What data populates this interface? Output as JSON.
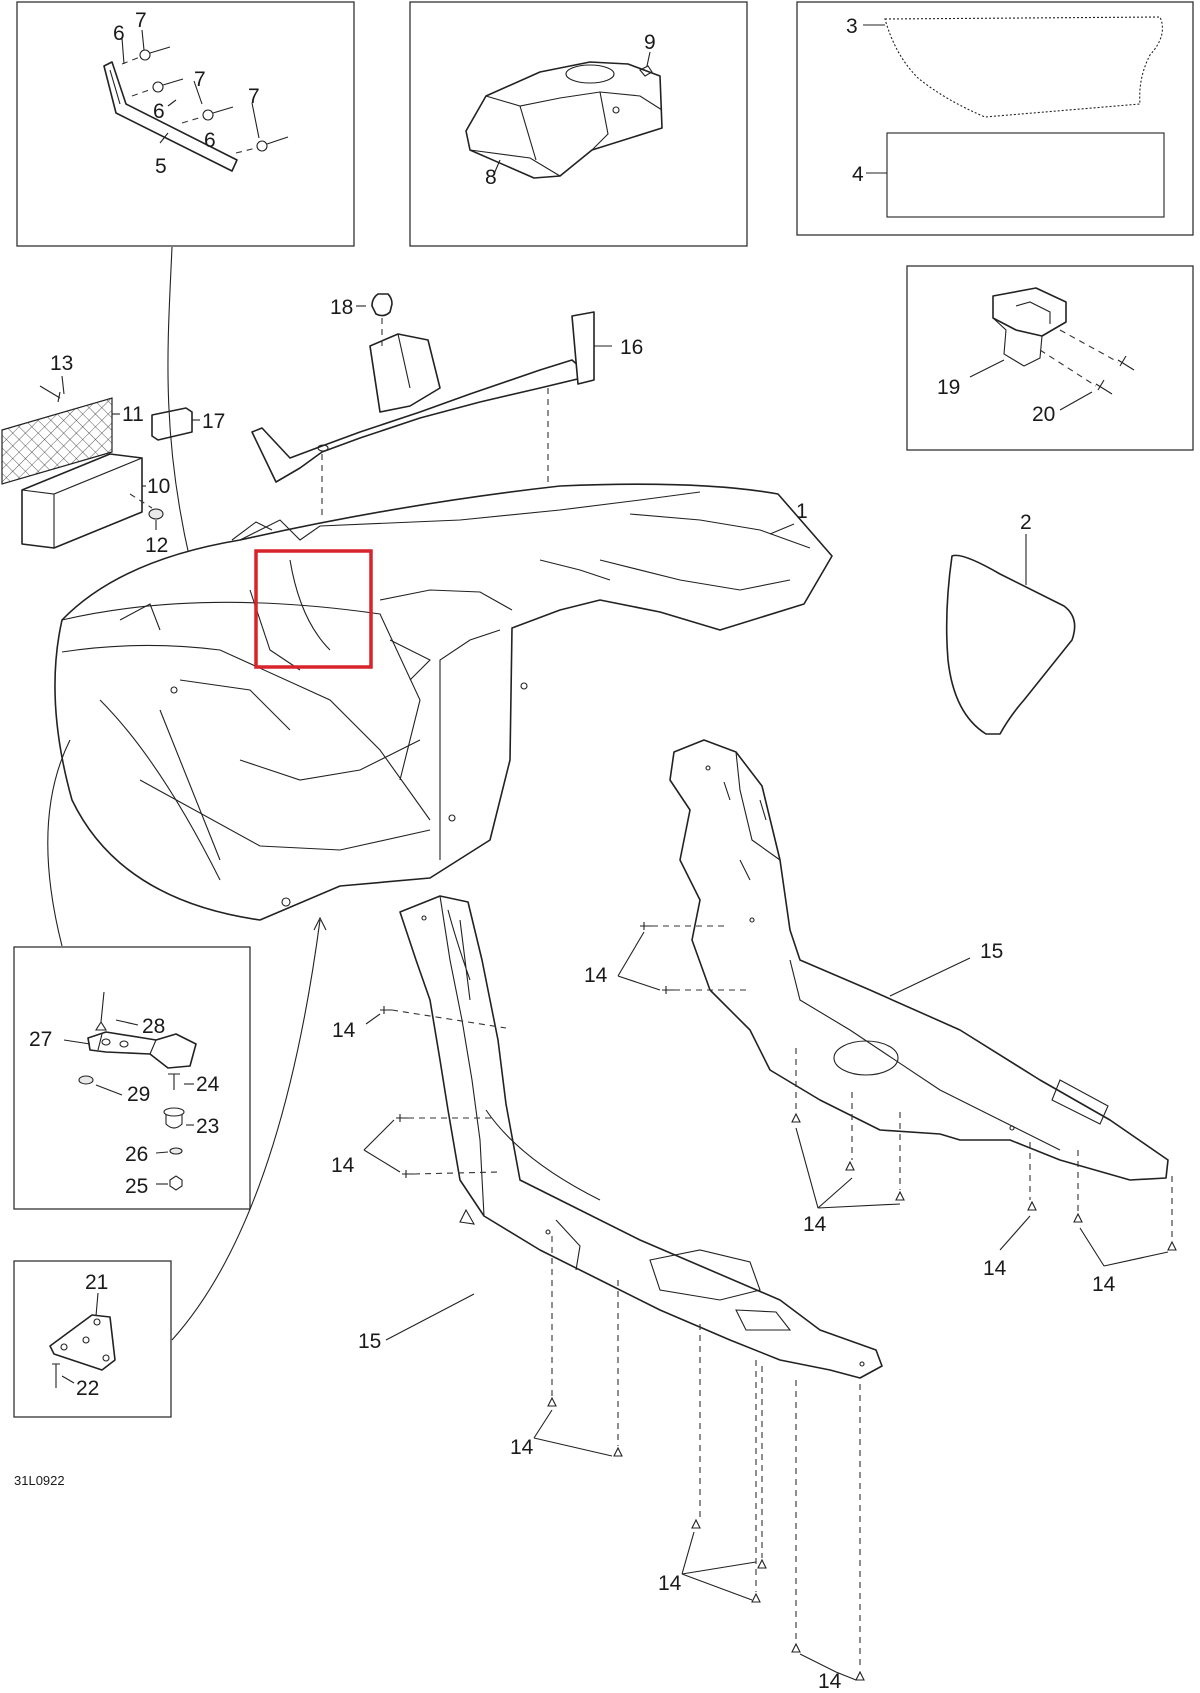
{
  "diagram_code": "31L0922",
  "highlight_color": "#d8232a",
  "labels": {
    "p1": "1",
    "p2": "2",
    "p3": "3",
    "p4": "4",
    "p5": "5",
    "p6": "6",
    "p7": "7",
    "p8": "8",
    "p9": "9",
    "p10": "10",
    "p11": "11",
    "p12": "12",
    "p13": "13",
    "p14": "14",
    "p15": "15",
    "p16": "16",
    "p17": "17",
    "p18": "18",
    "p19": "19",
    "p20": "20",
    "p21": "21",
    "p22": "22",
    "p23": "23",
    "p24": "24",
    "p25": "25",
    "p26": "26",
    "p27": "27",
    "p28": "28",
    "p29": "29"
  }
}
